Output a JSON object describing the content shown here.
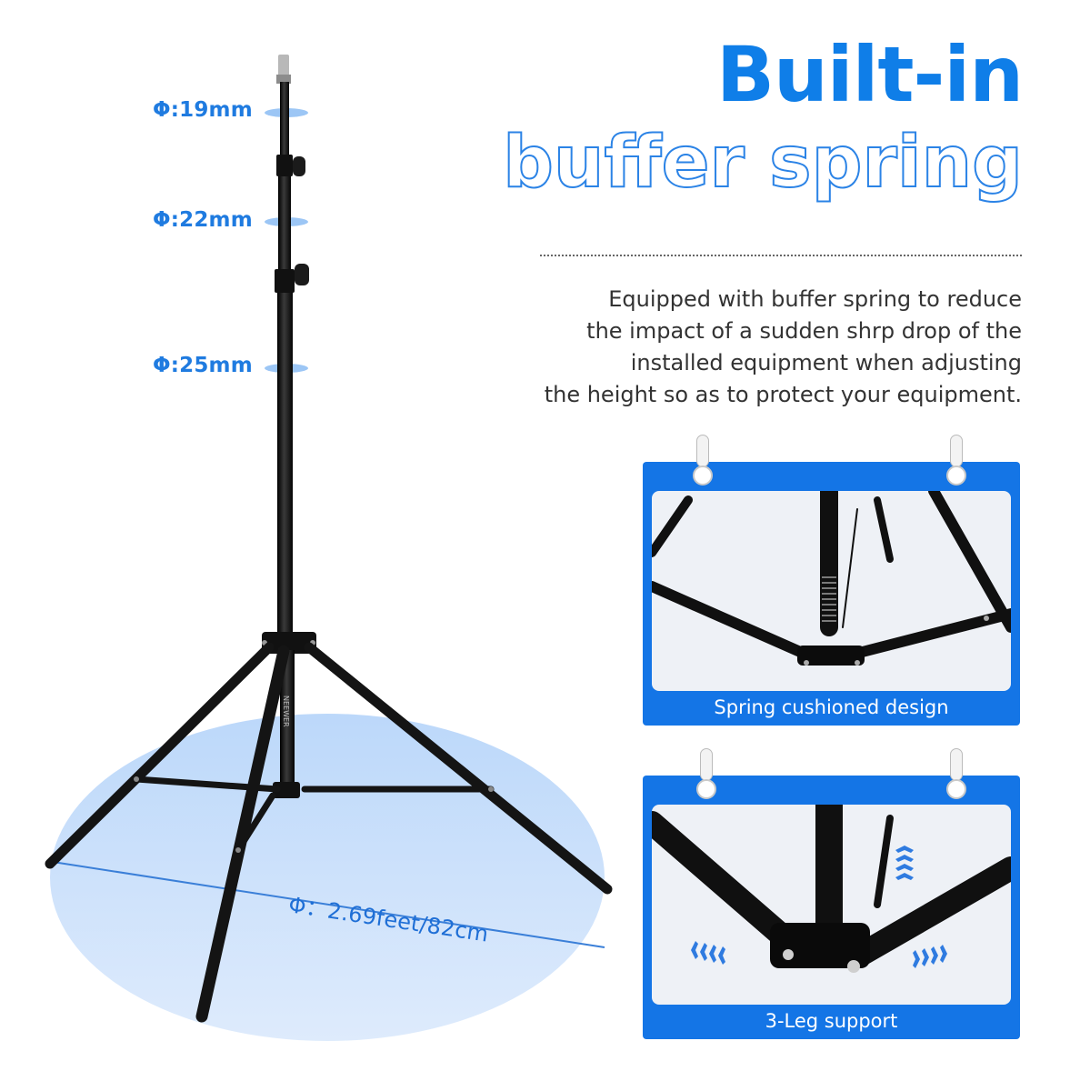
{
  "dimensions": {
    "top_tube": "Φ:19mm",
    "middle_tube": "Φ:22mm",
    "bottom_tube": "Φ:25mm",
    "base_diameter": "Φ：2.69feet/82cm"
  },
  "brand_mark": "NEEWER",
  "headline": {
    "line1": "Built-in",
    "line2": "buffer spring"
  },
  "description": [
    "Equipped with buffer spring to reduce",
    "the impact of a sudden shrp drop of the",
    "installed equipment when adjusting",
    "the height so as to protect your equipment."
  ],
  "cards": [
    {
      "caption": "Spring cushioned design"
    },
    {
      "caption": "3-Leg support"
    }
  ],
  "colors": {
    "accent_blue": "#0f7ee8",
    "card_blue": "#1475e6",
    "base_ellipse": "#cfe3fb",
    "stand_black": "#151515"
  }
}
